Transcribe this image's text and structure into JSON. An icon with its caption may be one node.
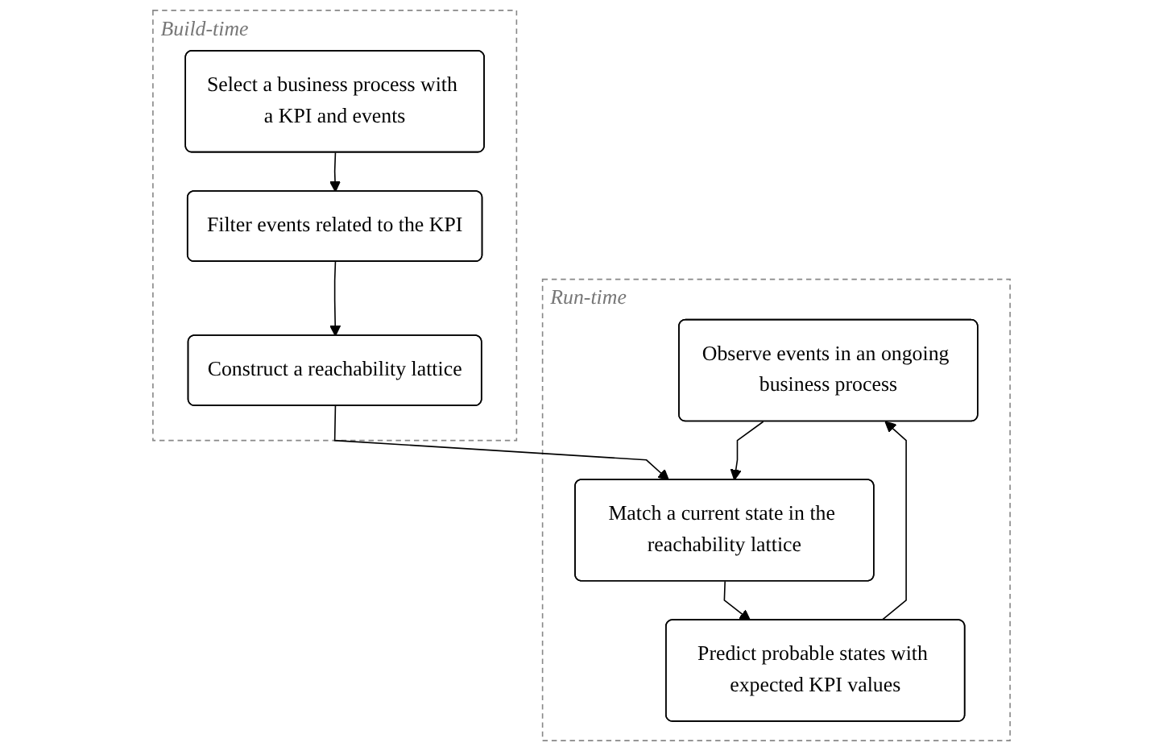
{
  "diagram": {
    "nodes": [
      {
        "text": [
          "Build-time"
        ]
      },
      {
        "text": [
          "Select a business process with a KPI and events"
        ],
        "in": 0
      },
      {
        "text": [
          "Filter events related to the KPI"
        ],
        "in": 0
      },
      {
        "text": [
          "Construct a reachability lattice"
        ],
        "in": 0
      },
      {
        "text": [
          "Run-time"
        ]
      },
      {
        "text": [
          "Observe events in an ongoing business process"
        ],
        "in": 4
      },
      {
        "text": [
          "Match a current state in the reachability lattice"
        ],
        "in": 4
      },
      {
        "text": [
          "Predict probable states with expected KPI values"
        ],
        "in": 4
      }
    ],
    "edges": [
      {
        "from": 1,
        "to": 2,
        "arrow": "to"
      },
      {
        "from": 2,
        "to": 3,
        "arrow": "to"
      },
      {
        "from": 3,
        "to": 6,
        "arrow": "to"
      },
      {
        "from": 5,
        "to": 6,
        "arrow": "to"
      },
      {
        "from": 6,
        "to": 7,
        "arrow": "to"
      },
      {
        "from": 7,
        "to": 5,
        "arrow": "to"
      }
    ]
  }
}
